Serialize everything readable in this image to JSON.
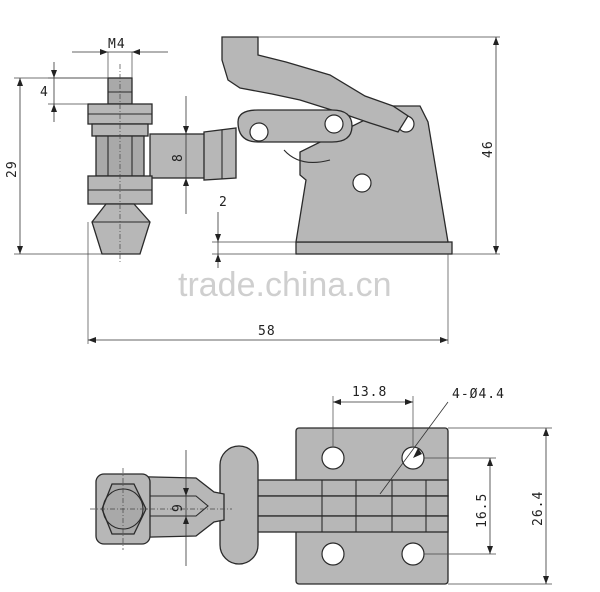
{
  "top_view": {
    "dims": {
      "m4": "M4",
      "four": "4",
      "twenty_nine": "29",
      "eight": "8",
      "two": "2",
      "forty_six": "46",
      "fifty_eight": "58"
    }
  },
  "bottom_view": {
    "dims": {
      "thirteen_eight": "13.8",
      "hole_spec": "4-Ø4.4",
      "nine": "9",
      "sixteen_five": "16.5",
      "twenty_six_four": "26.4"
    }
  },
  "watermark": "trade.china.cn"
}
